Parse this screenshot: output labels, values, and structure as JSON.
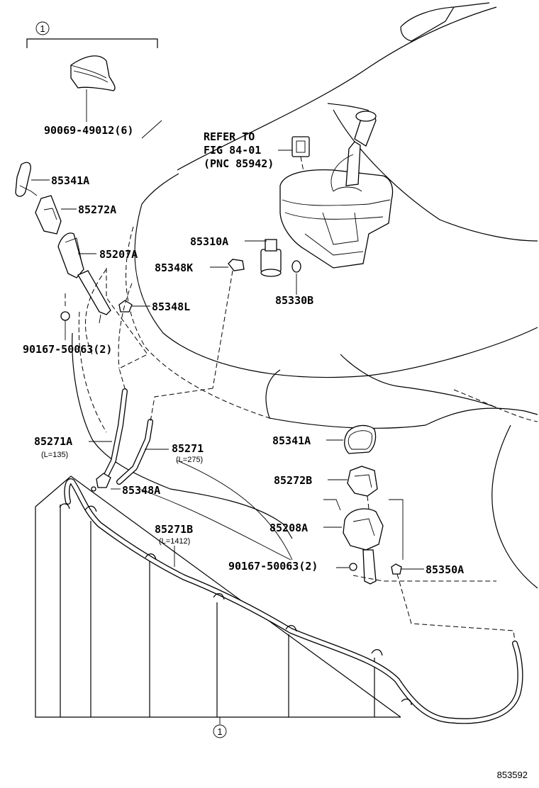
{
  "diagram": {
    "labels": {
      "group_mark_top": "1",
      "group_mark_bottom": "1",
      "clip_90069": "90069-49012(6)",
      "refer_line1": "REFER TO",
      "refer_line2": "FIG 84-01",
      "refer_line3": "(PNC 85942)",
      "p85341A_left": "85341A",
      "p85272A": "85272A",
      "p85207A": "85207A",
      "p85310A": "85310A",
      "p85348K": "85348K",
      "p85330B": "85330B",
      "p85348L": "85348L",
      "bolt_left": "90167-50063(2)",
      "p85271A": "85271A",
      "p85271A_len": "(L=135)",
      "p85271": "85271",
      "p85271_len": "(L=275)",
      "p85348A": "85348A",
      "p85341A_right": "85341A",
      "p85272B": "85272B",
      "p85208A": "85208A",
      "p85271B": "85271B",
      "p85271B_len": "(L=1412)",
      "bolt_right": "90167-50063(2)",
      "p85350A": "85350A",
      "figure_number": "853592"
    }
  }
}
